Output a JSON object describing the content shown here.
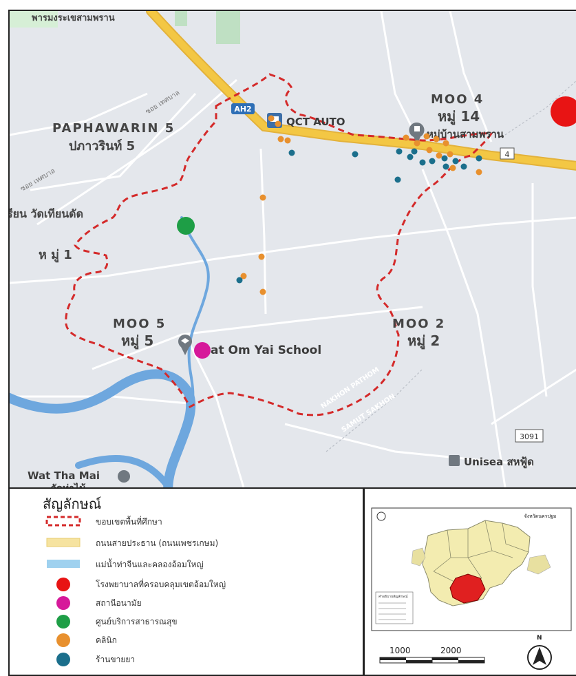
{
  "map": {
    "labels": {
      "top_left_cut": "พารมงระเขสามพราน",
      "paphawarin_en": "PAPHAWARIN 5",
      "paphawarin_th": "ปภาวรินท์ 5",
      "moo4_en": "MOO 4",
      "moo14_th": "หมู่ 14",
      "moo5_en": "MOO 5",
      "moo5_th": "หมู่ 5",
      "moo2_en": "MOO 2",
      "moo2_th": "หมู่ 2",
      "moo1_th": "ห มู่ 1",
      "school_th_cut": "รียน วัดเทียนดัด",
      "soi_1": "ซอย เทศบาล",
      "soi_2": "ซอย เทศบาล",
      "poi_qct": "QCT AUTO",
      "poi_village": "หมู่บ้านสามพราน",
      "poi_school": "at Om Yai School",
      "poi_unisea": "Unisea สหฟู้ด",
      "poi_wat": "Wat Tha Mai",
      "poi_wat_th": "วัดท่าไม้",
      "shield_ah2": "AH2",
      "shield_4": "4",
      "shield_3091": "3091",
      "boundary_nakhon": "NAKHON PATHOM",
      "boundary_samut": "SAMUT SAKHON"
    },
    "colors": {
      "study_boundary": "#d42a2a",
      "main_road": "#f3c744",
      "river": "#6ea7de",
      "hospital": "#e81414",
      "health_station": "#d6199a",
      "health_center": "#1e9e46",
      "clinic": "#e8902e",
      "drugstore": "#1b6f8c"
    }
  },
  "legend": {
    "title": "สัญลักษณ์",
    "items": [
      {
        "kind": "boundary",
        "label": "ขอบเขตพื้นที่ศึกษา"
      },
      {
        "kind": "road",
        "label": "ถนนสายประธาน (ถนนเพชรเกษม)"
      },
      {
        "kind": "river",
        "label": "แม่น้ำท่าจีนและคลองอ้อมใหญ่"
      },
      {
        "kind": "hospital",
        "label": "โรงพยาบาลที่ครอบคลุมเขตอ้อมใหญ่"
      },
      {
        "kind": "health_station",
        "label": "สถานีอนามัย"
      },
      {
        "kind": "health_center",
        "label": "ศูนย์บริการสาธารณสุข"
      },
      {
        "kind": "clinic",
        "label": "คลินิก"
      },
      {
        "kind": "drugstore",
        "label": "ร้านขายยา"
      }
    ]
  },
  "inset": {
    "title": "จังหวัดนครปฐม",
    "legend_heading": "คำอธิบายสัญลักษณ์",
    "scale_a": "1000",
    "scale_b": "2000",
    "north": "N",
    "colors": {
      "province_fill": "#f3ecb0",
      "study_fill": "#e02020",
      "district_line": "#8a8a6a"
    }
  }
}
